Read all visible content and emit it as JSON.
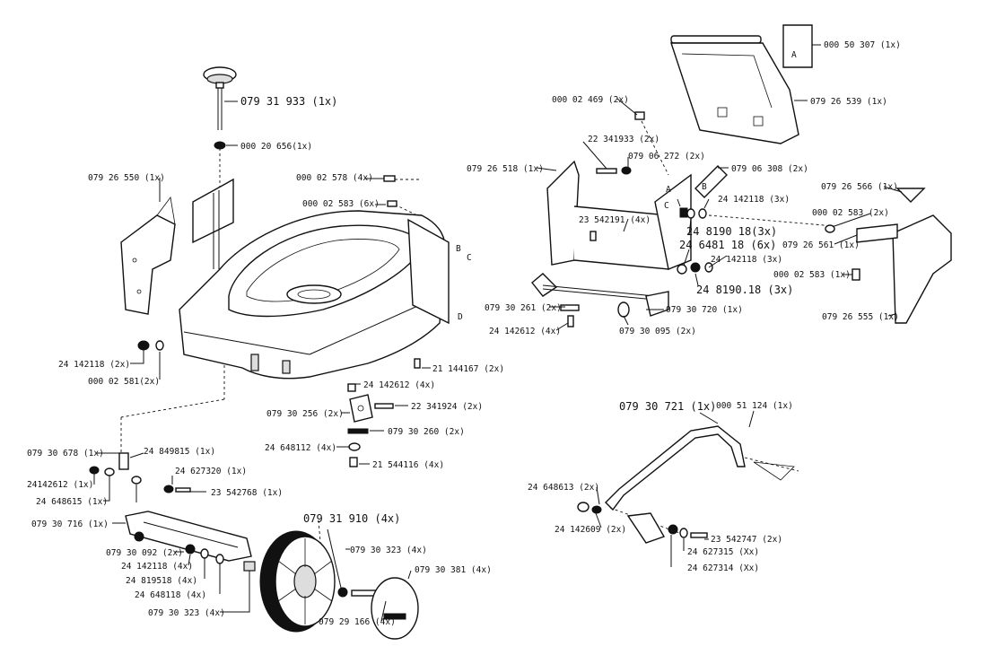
{
  "labels": [
    {
      "id": "knob",
      "text": "079 31 933 (1x)",
      "big": true
    },
    {
      "id": "washer-knob",
      "text": "000 20 656(1x)"
    },
    {
      "id": "bracket-left",
      "text": "079 26 550 (1x)"
    },
    {
      "id": "screw-4x-a",
      "text": "000 02 578 (4x)"
    },
    {
      "id": "screw-6x",
      "text": "000 02 583 (6x)"
    },
    {
      "id": "letter-b",
      "text": "B"
    },
    {
      "id": "letter-c",
      "text": "C"
    },
    {
      "id": "letter-d",
      "text": "D"
    },
    {
      "id": "nut-2x",
      "text": "24 142118 (2x)"
    },
    {
      "id": "washer-2x",
      "text": "000 02 581(2x)"
    },
    {
      "id": "pin-2x",
      "text": "21 144167 (2x)"
    },
    {
      "id": "nut-4x-a",
      "text": "24 142612 (4x)"
    },
    {
      "id": "hinge-plate",
      "text": "079 30 256 (2x)"
    },
    {
      "id": "bolt-2x-a",
      "text": "22 341924 (2x)"
    },
    {
      "id": "spring-2x",
      "text": "079 30 260 (2x)"
    },
    {
      "id": "washer-4x-a",
      "text": "24 648112 (4x)"
    },
    {
      "id": "screw-4x-b",
      "text": "21 544116 (4x)"
    },
    {
      "id": "lever",
      "text": "079 30 678 (1x)"
    },
    {
      "id": "rivet",
      "text": "24 849815 (1x)"
    },
    {
      "id": "nut-1x",
      "text": "24142612 (1x)"
    },
    {
      "id": "washer-1x",
      "text": "24 648615 (1x)"
    },
    {
      "id": "spacer-1x",
      "text": "24 627320 (1x)"
    },
    {
      "id": "bolt-1x",
      "text": "23 542768 (1x)"
    },
    {
      "id": "axle-plate",
      "text": "079 30 716 (1x)"
    },
    {
      "id": "axle",
      "text": "079 30 092 (2x)"
    },
    {
      "id": "nut-4x-b",
      "text": "24 142118 (4x)"
    },
    {
      "id": "washer-4x-b",
      "text": "24 819518 (4x)"
    },
    {
      "id": "washer-4x-c",
      "text": "24 648118 (4x)"
    },
    {
      "id": "bushing-4x",
      "text": "079 30 323 (4x)"
    },
    {
      "id": "wheel",
      "text": "079 31 910 (4x)",
      "big": true
    },
    {
      "id": "bushing-4x-b",
      "text": "079 30 323 (4x)"
    },
    {
      "id": "hubcap",
      "text": "079 30 381 (4x)"
    },
    {
      "id": "wheel-bolt",
      "text": "079 29 166 (4x)"
    },
    {
      "id": "bag-handle",
      "text": "000 50 307 (1x)"
    },
    {
      "id": "letter-a-top",
      "text": "A"
    },
    {
      "id": "grass-bag",
      "text": "079 26 539 (1x)"
    },
    {
      "id": "screw-2x-a",
      "text": "000 02 469 (2x)"
    },
    {
      "id": "bolt-2x-b",
      "text": "22 341933 (2x)"
    },
    {
      "id": "nut-2x-b",
      "text": "079 06 272 (2x)"
    },
    {
      "id": "frame",
      "text": "079 26 518 (1x)"
    },
    {
      "id": "clip-2x",
      "text": "079 06 308 (2x)"
    },
    {
      "id": "letter-a-frame",
      "text": "A"
    },
    {
      "id": "letter-b-frame",
      "text": "B"
    },
    {
      "id": "letter-c-frame",
      "text": "C"
    },
    {
      "id": "nut-3x-a",
      "text": "24 142118 (3x)"
    },
    {
      "id": "screw-4x-c",
      "text": "23 542191 (4x)"
    },
    {
      "id": "washer-3x-a",
      "text": "24 8190 18(3x)",
      "big": true
    },
    {
      "id": "washer-6x",
      "text": "24 6481 18 (6x)",
      "big": true
    },
    {
      "id": "nut-3x-b",
      "text": "24 142118 (3x)"
    },
    {
      "id": "washer-3x-b",
      "text": "24 8190.18 (3x)",
      "big": true
    },
    {
      "id": "strip",
      "text": "079 26 566 (1x)"
    },
    {
      "id": "screw-2x-b",
      "text": "000 02 583 (2x)"
    },
    {
      "id": "flap-bracket",
      "text": "079 26 561 (1x)"
    },
    {
      "id": "screw-1x",
      "text": "000 02 583 (1x)"
    },
    {
      "id": "flap",
      "text": "079 26 555 (1x)"
    },
    {
      "id": "lever-2x",
      "text": "079 30 261 (2x)"
    },
    {
      "id": "rod",
      "text": "079 30 720 (1x)"
    },
    {
      "id": "nut-4x-c",
      "text": "24 142612 (4x)"
    },
    {
      "id": "cap-2x",
      "text": "079 30 095 (2x)"
    },
    {
      "id": "handle-bar",
      "text": "079 30 721 (1x)",
      "big": true
    },
    {
      "id": "handle-grip",
      "text": "000 51 124 (1x)"
    },
    {
      "id": "washer-2x-c",
      "text": "24 648613 (2x)"
    },
    {
      "id": "nut-2x-c",
      "text": "24 142609 (2x)"
    },
    {
      "id": "bolt-2x-c",
      "text": "23 542747 (2x)"
    },
    {
      "id": "spacer-xx-a",
      "text": "24 627315 (Xx)"
    },
    {
      "id": "spacer-xx-b",
      "text": "24 627314 (Xx)"
    }
  ]
}
